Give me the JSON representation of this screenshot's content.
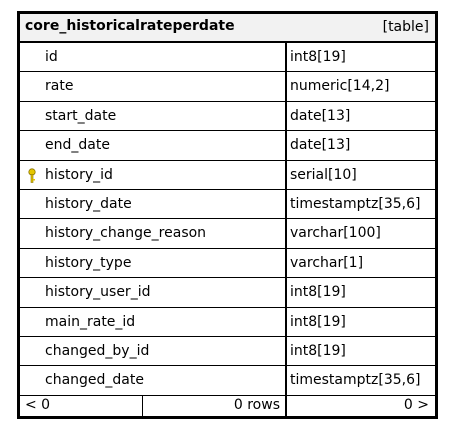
{
  "table": {
    "name": "core_historicalrateperdate",
    "kind": "[table]",
    "columns": [
      {
        "name": "id",
        "type": "int8[19]",
        "key": false
      },
      {
        "name": "rate",
        "type": "numeric[14,2]",
        "key": false
      },
      {
        "name": "start_date",
        "type": "date[13]",
        "key": false
      },
      {
        "name": "end_date",
        "type": "date[13]",
        "key": false
      },
      {
        "name": "history_id",
        "type": "serial[10]",
        "key": true
      },
      {
        "name": "history_date",
        "type": "timestamptz[35,6]",
        "key": false
      },
      {
        "name": "history_change_reason",
        "type": "varchar[100]",
        "key": false
      },
      {
        "name": "history_type",
        "type": "varchar[1]",
        "key": false
      },
      {
        "name": "history_user_id",
        "type": "int8[19]",
        "key": false
      },
      {
        "name": "main_rate_id",
        "type": "int8[19]",
        "key": false
      },
      {
        "name": "changed_by_id",
        "type": "int8[19]",
        "key": false
      },
      {
        "name": "changed_date",
        "type": "timestamptz[35,6]",
        "key": false
      }
    ],
    "footer": {
      "prev": "< 0",
      "rows": "0 rows",
      "next": "0 >"
    }
  },
  "colors": {
    "border": "#000000",
    "header_bg": "#f2f2f2",
    "key_icon": "#e5c600"
  },
  "icons": {
    "primary_key": "key-icon"
  }
}
